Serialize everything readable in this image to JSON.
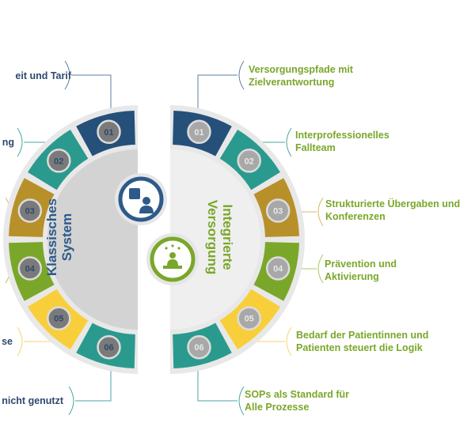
{
  "left": {
    "title": "Klassisches\nSystem",
    "items": [
      {
        "num": "01",
        "label": "eit und Tarif"
      },
      {
        "num": "02",
        "label": "ng"
      },
      {
        "num": "03",
        "label": ""
      },
      {
        "num": "04",
        "label": ""
      },
      {
        "num": "05",
        "label": "se"
      },
      {
        "num": "06",
        "label": "nicht genutzt"
      }
    ]
  },
  "right": {
    "title": "Integrierte\nVersorgung",
    "items": [
      {
        "num": "01",
        "label": "Versorgungspfade mit\nZielverantwortung"
      },
      {
        "num": "02",
        "label": "Interprofessionelles\nFallteam"
      },
      {
        "num": "03",
        "label": "Strukturierte Übergaben und\nKonferenzen"
      },
      {
        "num": "04",
        "label": "Prävention und\nAktivierung"
      },
      {
        "num": "05",
        "label": "Bedarf der Patientinnen und\nPatienten steuert die Logik"
      },
      {
        "num": "06",
        "label": "SOPs als Standard für\nAlle Prozesse"
      }
    ]
  },
  "icons": {
    "left": "gear-person-icon",
    "right": "person-desk-stars-icon"
  },
  "colors": {
    "segments": [
      "#25507a",
      "#2a9a8e",
      "#b8902a",
      "#7aa72a",
      "#f8cf3a",
      "#2a9a8e"
    ],
    "leftText": "#2d4a6e",
    "rightText": "#7aa72a",
    "leftCore": "#d3d3d3",
    "rightCore": "#efefef"
  }
}
